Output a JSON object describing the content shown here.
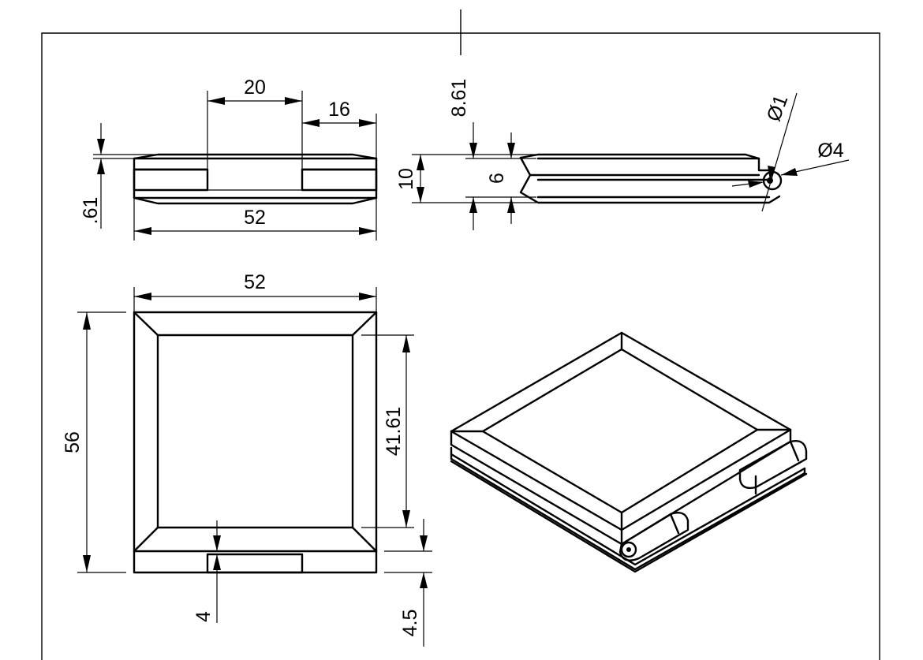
{
  "dimensions": {
    "top_view_width": "20",
    "top_view_right_offset": "16",
    "top_view_small": ".61",
    "top_view_length": "52",
    "side_height_top": "8.61",
    "side_height_total": "10",
    "side_height_inner": "6",
    "hole_small": "Ø1",
    "hole_large": "Ø4",
    "front_width": "52",
    "front_height": "56",
    "front_inner_height": "41.61",
    "front_slot": "4",
    "front_bottom": "4.5"
  },
  "colors": {
    "line": "#000000",
    "background": "#ffffff"
  }
}
